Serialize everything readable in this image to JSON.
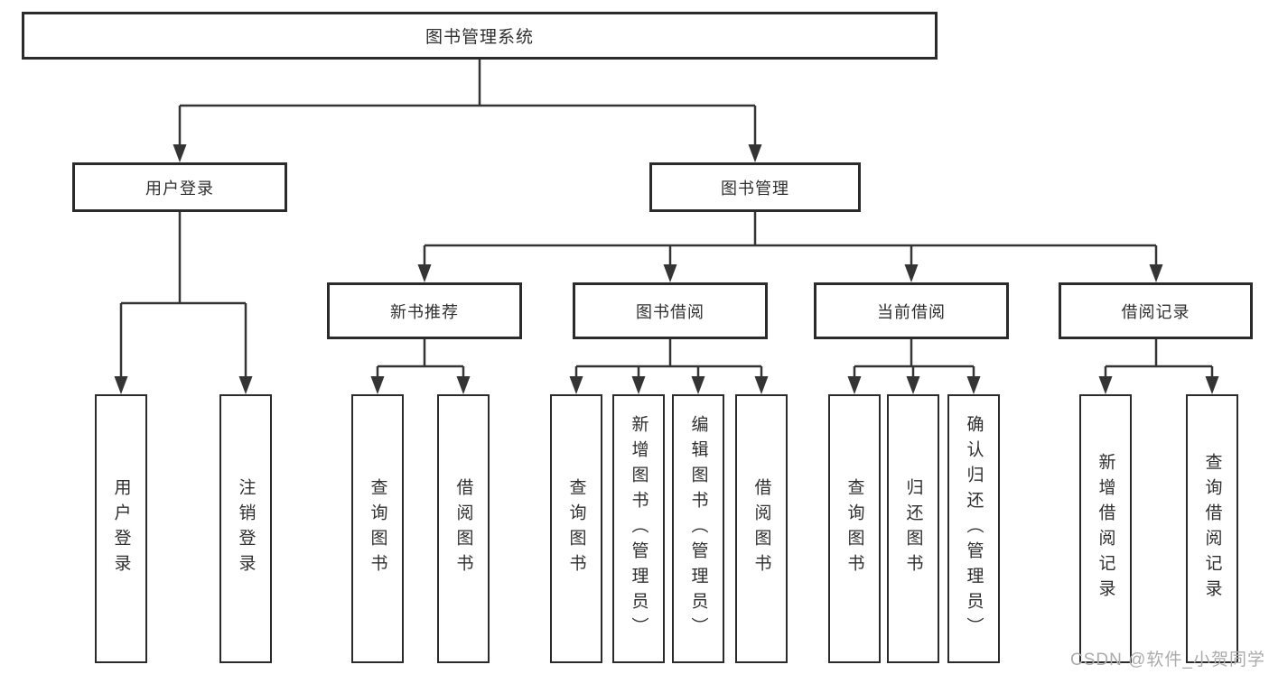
{
  "diagram_title": "图书管理系统",
  "colors": {
    "background": "#ffffff",
    "box_border": "#2b2b2b",
    "line": "#343434",
    "text": "#2f2f2f",
    "watermark": "#ababab"
  },
  "watermark": {
    "text": "CSDN @软件_小贺同学"
  },
  "nodes": {
    "root": {
      "label": "图书管理系统"
    },
    "user_login": {
      "label": "用户登录"
    },
    "book_management": {
      "label": "图书管理"
    },
    "new_book_recommend": {
      "label": "新书推荐"
    },
    "book_borrowing": {
      "label": "图书借阅"
    },
    "current_borrowing": {
      "label": "当前借阅"
    },
    "borrowing_records": {
      "label": "借阅记录"
    },
    "leaf_user_login": {
      "label": "用户登录"
    },
    "leaf_logout": {
      "label": "注销登录"
    },
    "leaf_nbr_query_books": {
      "label": "查询图书"
    },
    "leaf_nbr_borrow_books": {
      "label": "借阅图书"
    },
    "leaf_bb_query_books": {
      "label": "查询图书"
    },
    "leaf_bb_add_books": {
      "label": "新增图书（管理员）"
    },
    "leaf_bb_edit_books": {
      "label": "编辑图书（管理员）"
    },
    "leaf_bb_borrow_books": {
      "label": "借阅图书"
    },
    "leaf_cb_query_books": {
      "label": "查询图书"
    },
    "leaf_cb_return_books": {
      "label": "归还图书"
    },
    "leaf_cb_confirm_return": {
      "label": "确认归还（管理员）"
    },
    "leaf_br_add_record": {
      "label": "新增借阅记录"
    },
    "leaf_br_query_record": {
      "label": "查询借阅记录"
    }
  },
  "tree": {
    "root": "图书管理系统",
    "children": [
      {
        "label": "用户登录",
        "children": [
          {
            "label": "用户登录"
          },
          {
            "label": "注销登录"
          }
        ]
      },
      {
        "label": "图书管理",
        "children": [
          {
            "label": "新书推荐",
            "children": [
              {
                "label": "查询图书"
              },
              {
                "label": "借阅图书"
              }
            ]
          },
          {
            "label": "图书借阅",
            "children": [
              {
                "label": "查询图书"
              },
              {
                "label": "新增图书（管理员）"
              },
              {
                "label": "编辑图书（管理员）"
              },
              {
                "label": "借阅图书"
              }
            ]
          },
          {
            "label": "当前借阅",
            "children": [
              {
                "label": "查询图书"
              },
              {
                "label": "归还图书"
              },
              {
                "label": "确认归还（管理员）"
              }
            ]
          },
          {
            "label": "借阅记录",
            "children": [
              {
                "label": "新增借阅记录"
              },
              {
                "label": "查询借阅记录"
              }
            ]
          }
        ]
      }
    ]
  }
}
